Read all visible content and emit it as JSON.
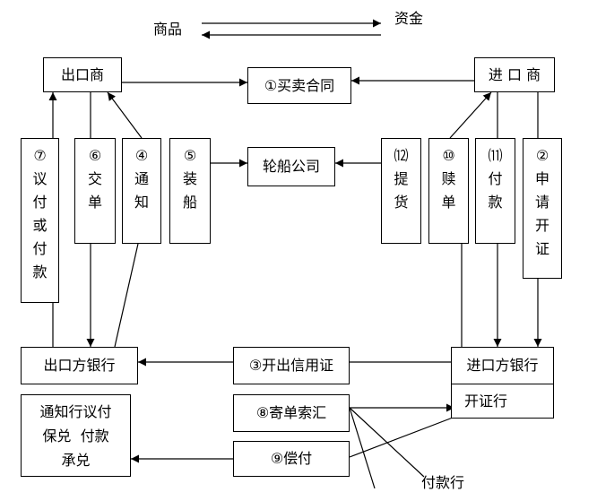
{
  "legend": {
    "goods": "商品",
    "funds": "资金"
  },
  "parties": {
    "exporter": "出口商",
    "importer": "进 口 商",
    "contract": "①买卖合同",
    "shipping": "轮船公司",
    "exporter_bank": "出口方银行",
    "importer_bank": "进口方银行",
    "issuing_bank": "开证行",
    "notify_bank_line1": "通知行议付",
    "notify_bank_line2": "保兑  付款",
    "notify_bank_line3": "承兑"
  },
  "flows": {
    "open_lc": "③开出信用证",
    "send_docs": "⑧寄单索汇",
    "reimburse": "⑨偿付",
    "paying_bank": "付款行"
  },
  "steps": [
    {
      "id": "step7",
      "num": "⑦",
      "chars": [
        "议",
        "付",
        "或",
        "付",
        "款"
      ]
    },
    {
      "id": "step6",
      "num": "⑥",
      "chars": [
        "交",
        "单"
      ]
    },
    {
      "id": "step4",
      "num": "④",
      "chars": [
        "通",
        "知"
      ]
    },
    {
      "id": "step5",
      "num": "⑤",
      "chars": [
        "装",
        "船"
      ]
    },
    {
      "id": "step12",
      "num": "⑿",
      "chars": [
        "提",
        "货"
      ]
    },
    {
      "id": "step10",
      "num": "⑩",
      "chars": [
        "赎",
        "单"
      ]
    },
    {
      "id": "step11",
      "num": "⑾",
      "chars": [
        "付",
        "款"
      ]
    },
    {
      "id": "step2",
      "num": "②",
      "chars": [
        "申",
        "请",
        "开",
        "证"
      ]
    }
  ]
}
